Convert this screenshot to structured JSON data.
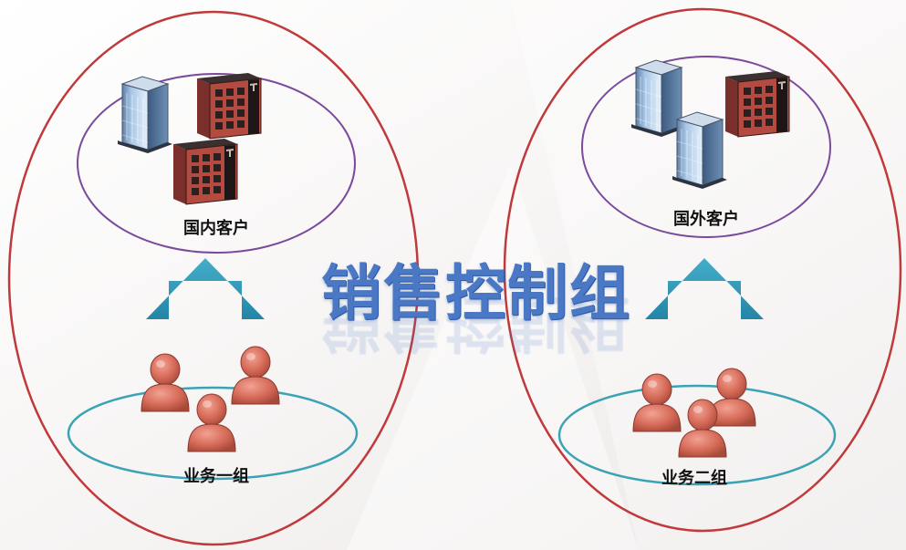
{
  "title": "销售控制组",
  "groups": [
    {
      "customer_label": "国内客户",
      "team_label": "业务一组"
    },
    {
      "customer_label": "国外客户",
      "team_label": "业务二组"
    }
  ],
  "colors": {
    "outer_ellipse": "#c0393b",
    "customer_ellipse": "#7b4a9c",
    "team_ellipse": "#3ba3b5",
    "arrow": "#2d96b4",
    "title": "#4a78c4",
    "person": "#d66a58"
  },
  "icons": [
    "office-building-icon",
    "factory-building-icon",
    "person-icon",
    "up-arrow-icon"
  ]
}
